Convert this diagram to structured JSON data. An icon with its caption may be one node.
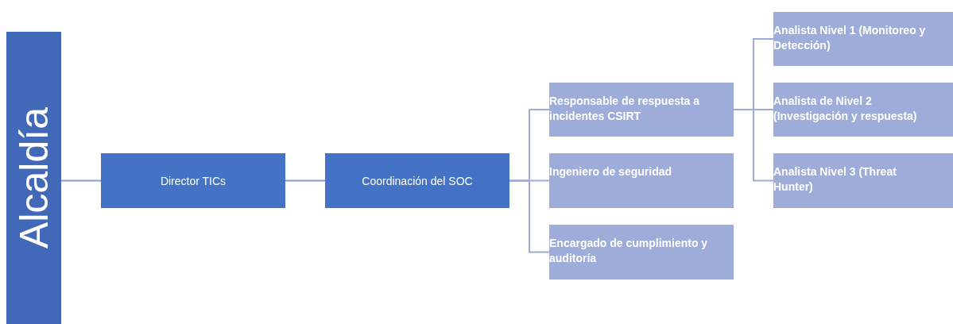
{
  "diagram": {
    "nodes": [
      {
        "text": [
          "Alcaldía"
        ]
      },
      {
        "text": [
          "Director TICs"
        ]
      },
      {
        "text": [
          "Coordinación del SOC"
        ]
      },
      {
        "text": [
          "Responsable de respuesta a incidentes CSIRT"
        ]
      },
      {
        "text": [
          "Ingeniero de seguridad"
        ]
      },
      {
        "text": [
          "Encargado de cumplimiento y auditoría"
        ]
      },
      {
        "text": [
          "Analista Nivel 1 (Monitoreo y Detección)"
        ]
      },
      {
        "text": [
          "Analista de Nivel 2 (Investigación y respuesta)"
        ]
      },
      {
        "text": [
          "Analista Nivel 3 (Threat Hunter)"
        ]
      }
    ],
    "edges": [
      {
        "from": 0,
        "to": 1,
        "arrow": "none"
      },
      {
        "from": 1,
        "to": 2,
        "arrow": "none"
      },
      {
        "from": 2,
        "to": 3,
        "arrow": "none"
      },
      {
        "from": 2,
        "to": 4,
        "arrow": "none"
      },
      {
        "from": 2,
        "to": 5,
        "arrow": "none"
      },
      {
        "from": 3,
        "to": 6,
        "arrow": "none"
      },
      {
        "from": 3,
        "to": 7,
        "arrow": "none"
      },
      {
        "from": 3,
        "to": 8,
        "arrow": "none"
      }
    ]
  }
}
